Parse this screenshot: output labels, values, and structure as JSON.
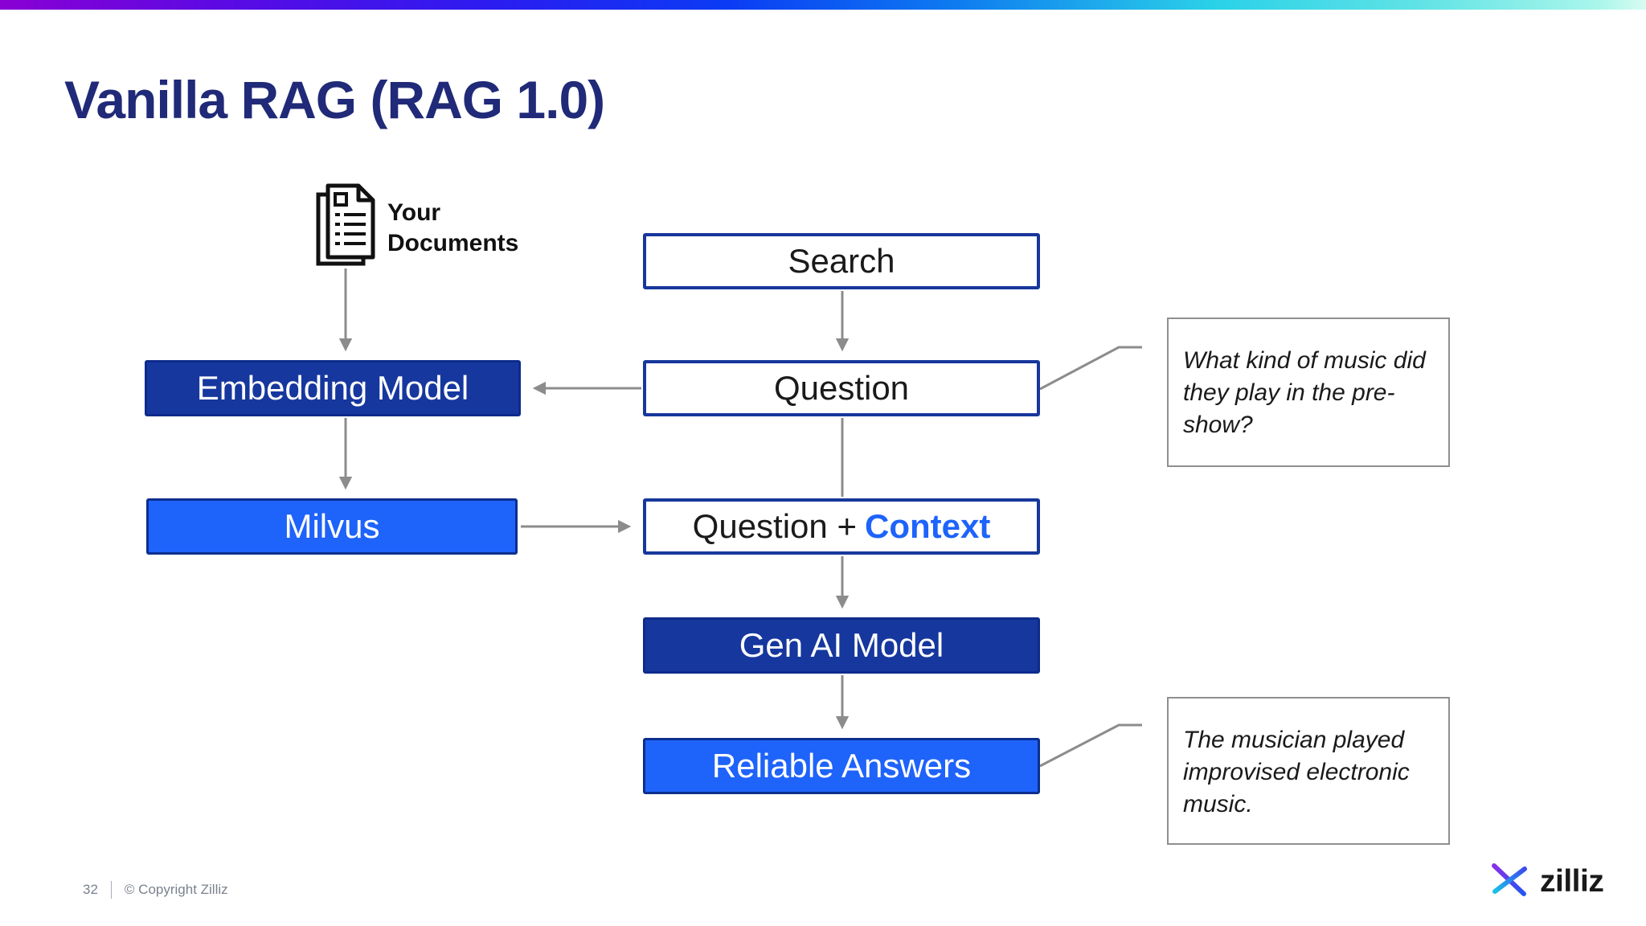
{
  "title": "Vanilla RAG (RAG 1.0)",
  "documents_label": "Your\nDocuments",
  "flow": {
    "search_label": "Search",
    "question_label": "Question",
    "embedding_model_label": "Embedding Model",
    "milvus_label": "Milvus",
    "question_context_prefix": "Question +",
    "question_context_highlight": "Context",
    "gen_ai_label": "Gen AI Model",
    "reliable_answers_label": "Reliable Answers"
  },
  "callouts": {
    "question_example": "What kind of music did they play in the pre-show?",
    "answer_example": "The musician played improvised electronic music."
  },
  "footer": {
    "page_number": "32",
    "copyright": "© Copyright Zilliz",
    "logo_text": "zilliz"
  },
  "icons": {
    "documents": "document-stack-icon",
    "logo": "zilliz-starburst-icon"
  },
  "colors": {
    "navy-dark": "#16379E",
    "navy-border": "#17379B",
    "bright-blue": "#1E63FA",
    "title-navy": "#202A78",
    "connector-gray": "#8C8C8C",
    "callout-border": "#8F8F8F",
    "footer-gray": "#7A828E",
    "gradient-purple": "#8A00D4",
    "gradient-blue": "#0B3BF4",
    "gradient-cyan": "#2BD2E8",
    "gradient-pale": "#A9F6EA"
  }
}
